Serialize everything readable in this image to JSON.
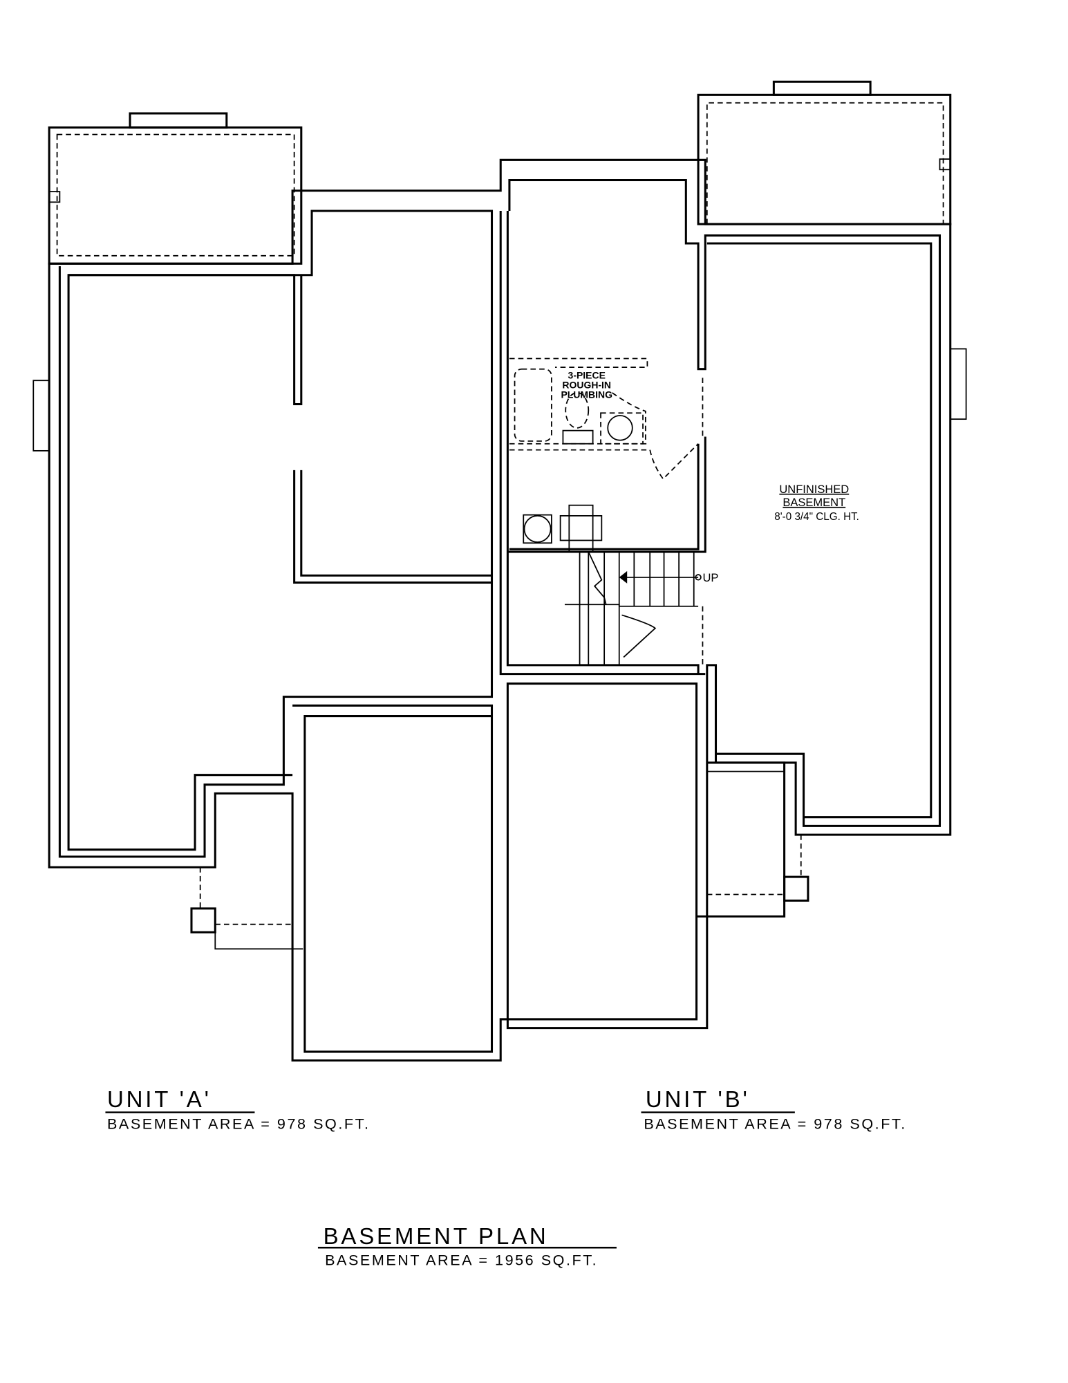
{
  "plan": {
    "title": "BASEMENT PLAN",
    "subtitle": "BASEMENT AREA = 1956 SQ.FT."
  },
  "units": [
    {
      "title": "UNIT 'A'",
      "area": "BASEMENT AREA = 978 SQ.FT."
    },
    {
      "title": "UNIT 'B'",
      "area": "BASEMENT AREA = 978 SQ.FT."
    }
  ],
  "rooms": {
    "plumbing": [
      "3-PIECE",
      "ROUGH-IN",
      "PLUMBING"
    ],
    "unfinished": [
      "UNFINISHED",
      "BASEMENT"
    ],
    "ceiling": "8'-0 3/4\" CLG. HT.",
    "stairs": "UP"
  }
}
